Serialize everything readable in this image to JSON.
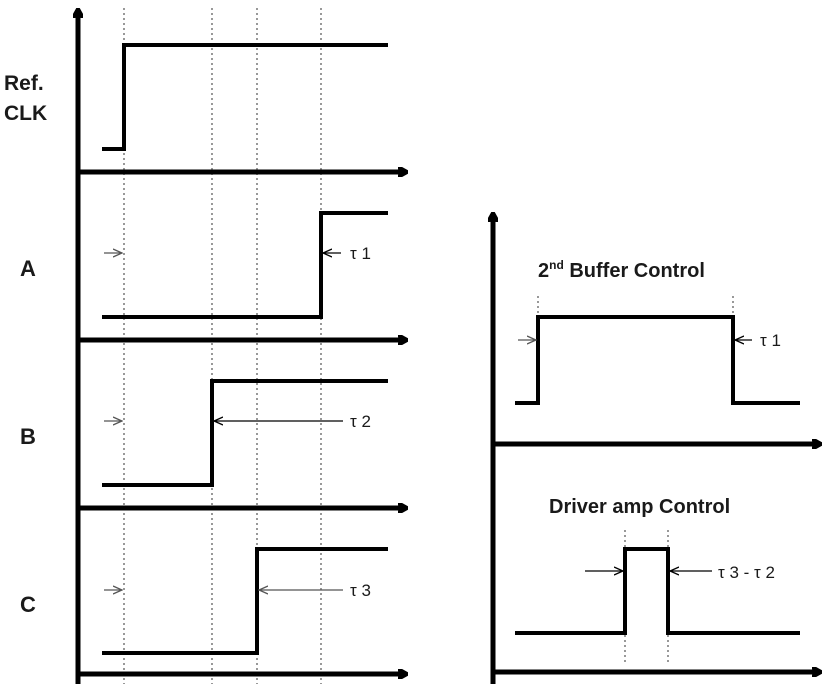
{
  "left_panel": {
    "ref_clk_label_line1": "Ref.",
    "ref_clk_label_line2": "CLK",
    "signal_a_label": "A",
    "signal_b_label": "B",
    "signal_c_label": "C",
    "tau_1": "τ 1",
    "tau_2": "τ 2",
    "tau_3": "τ 3"
  },
  "right_panel": {
    "buffer_title_prefix": "2",
    "buffer_title_superscript": "nd",
    "buffer_title_suffix": " Buffer Control",
    "buffer_tau": "τ 1",
    "driver_title": "Driver amp Control",
    "driver_tau": "τ 3 - τ 2"
  }
}
